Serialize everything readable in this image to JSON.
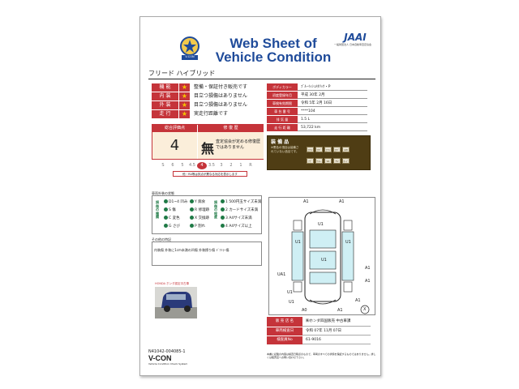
{
  "header": {
    "title_line1": "Web Sheet of",
    "title_line2": "Vehicle Condition",
    "emblem_text": "V-CON",
    "jaai_logo": "JAAI",
    "jaai_sub": "一般財団法人 日本自動車査定協会"
  },
  "car_name": "フリード ハイブリッド",
  "conditions": [
    {
      "label": "機 能",
      "text": "整備・保証付き販売です"
    },
    {
      "label": "内 装",
      "text": "目立つ損傷はありません"
    },
    {
      "label": "外 装",
      "text": "目立つ損傷はありません"
    },
    {
      "label": "走 行",
      "text": "実走行距離です"
    }
  ],
  "specs": [
    {
      "label": "ボディカラー",
      "value": "ﾌﾞﾙｰｲｯｼｭﾒﾀﾘｯｸ・P"
    },
    {
      "label": "初度登録年月",
      "value": "平成 30年 2月"
    },
    {
      "label": "車検有効期限",
      "value": "令和 5年 2月 16日"
    },
    {
      "label": "車 台 番 号",
      "value": "****104"
    },
    {
      "label": "排 気 量",
      "value": "1.5 L"
    },
    {
      "label": "走 行 距 離",
      "value": "53,722 km"
    }
  ],
  "score": {
    "label": "総合評価点",
    "value": "4"
  },
  "history": {
    "label": "修 復 歴",
    "main": "無",
    "note": "査定協会が定める修復歴ではありません"
  },
  "scale": [
    "S",
    "6",
    "5",
    "4.5",
    "4",
    "3.5",
    "3",
    "2",
    "1",
    "R"
  ],
  "scale_note": "他・RA等は評点が異なる対応を表示します",
  "remarks": {
    "label": "装 備 品",
    "note": "※黒色の項目は装備されていない品目です。"
  },
  "options": [
    "ｴｱｺﾝ",
    "ｴｱﾊﾞｯｸ",
    "ｴｱｺﾝ",
    "ｴｱﾊﾞｯｸ",
    "AW",
    "ﾅﾋﾞ",
    "ｻﾝﾙｰﾌ",
    "SR",
    "TV",
    "ｶｰﾄﾞ"
  ],
  "legend": {
    "section_label": "車両外装の状態",
    "head_left": "損傷の種類",
    "head_right": "損傷の程度",
    "items": [
      {
        "code": "D1~4",
        "text": "凹み"
      },
      {
        "code": "Y",
        "text": "腐食"
      },
      {
        "code": "S",
        "text": "傷"
      },
      {
        "code": "R",
        "text": "修理跡"
      },
      {
        "code": "C",
        "text": "変色"
      },
      {
        "code": "X",
        "text": "交換跡"
      },
      {
        "code": "G",
        "text": "さび"
      },
      {
        "code": "P",
        "text": "割れ"
      }
    ],
    "degrees": [
      {
        "code": "1",
        "text": "500円玉サイズ未満"
      },
      {
        "code": "2",
        "text": "カードサイズ未満"
      },
      {
        "code": "3",
        "text": "A4サイズ未満"
      },
      {
        "code": "4",
        "text": "A4サイズ以上"
      }
    ]
  },
  "other": {
    "label": "その他の特記",
    "text": "内装傷 外装に1cm未満の凹傷 外装擦り傷 ﾄﾞｱﾐﾗｰ傷"
  },
  "photo_header": "HONDA ホンダ認定中古車",
  "diagram_labels": [
    "A1",
    "A1",
    "U1",
    "U1",
    "U1",
    "U1",
    "UA1",
    "A1",
    "A1",
    "U1",
    "A1",
    "U1",
    "A0",
    "A1",
    "X"
  ],
  "shop": [
    {
      "label": "販 売 店 名",
      "value": "㈱ホンダ四国販売 中古車課"
    },
    {
      "label": "車両検査日",
      "value": "令和 07年 11月 07日"
    },
    {
      "label": "検査員No",
      "value": "61-9016"
    }
  ],
  "footer": {
    "sheet_id": "N41042-004085-1",
    "vcon": "V-CON",
    "vcon_sub": "Vehicle Condition Check System",
    "disclaimer": "本書に記載の内容は検査日時点のもので、車両のすべての状態を保証するものではありません。詳しくは販売店へお問い合わせ下さい。"
  },
  "colors": {
    "accent": "#c5343a",
    "title": "#1f4b9a",
    "remarks_bg": "#4f3d14",
    "legend_dot": "#1f7a46"
  }
}
